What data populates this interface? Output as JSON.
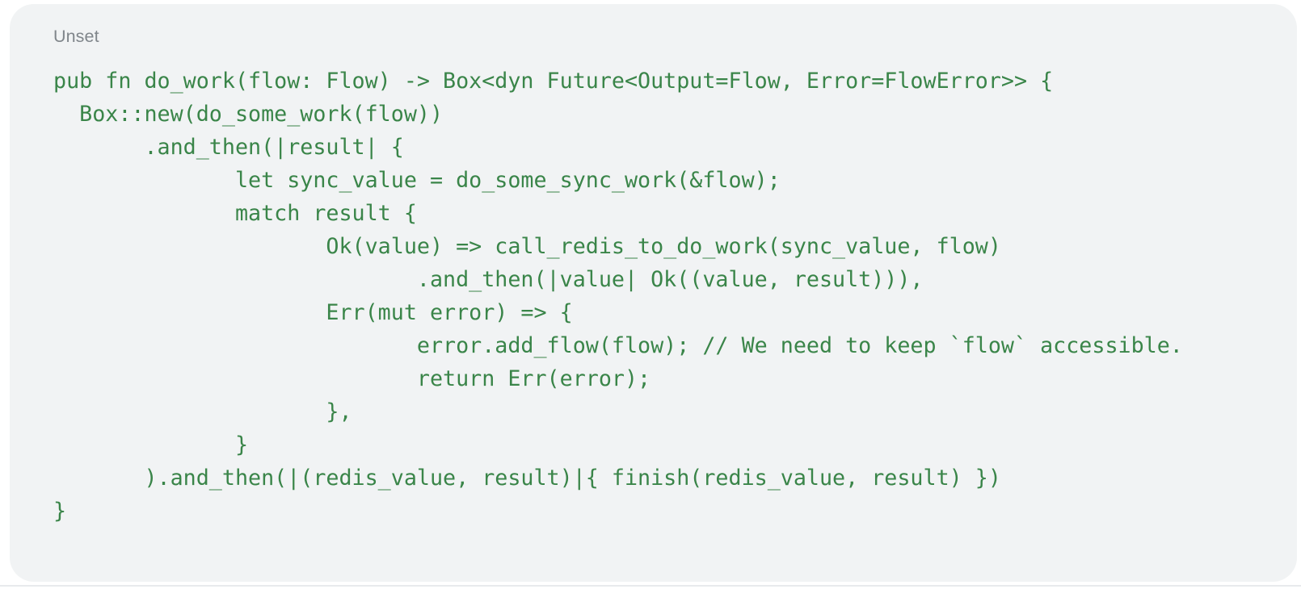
{
  "code_block": {
    "language_label": "Unset",
    "code_lines": [
      "pub fn do_work(flow: Flow) -> Box<dyn Future<Output=Flow, Error=FlowError>> {",
      "  Box::new(do_some_work(flow))",
      "       .and_then(|result| {",
      "              let sync_value = do_some_sync_work(&flow);",
      "              match result {",
      "                     Ok(value) => call_redis_to_do_work(sync_value, flow)",
      "                            .and_then(|value| Ok((value, result))),",
      "                     Err(mut error) => {",
      "                            error.add_flow(flow); // We need to keep `flow` accessible.",
      "                            return Err(error);",
      "                     },",
      "              }",
      "       ).and_then(|(redis_value, result)|{ finish(redis_value, result) })",
      "}"
    ]
  },
  "colors": {
    "page_bg": "#ffffff",
    "card_bg": "#f1f3f4",
    "code_green": "#3a8549",
    "label_gray": "#80868b",
    "divider": "#e8eaed"
  }
}
